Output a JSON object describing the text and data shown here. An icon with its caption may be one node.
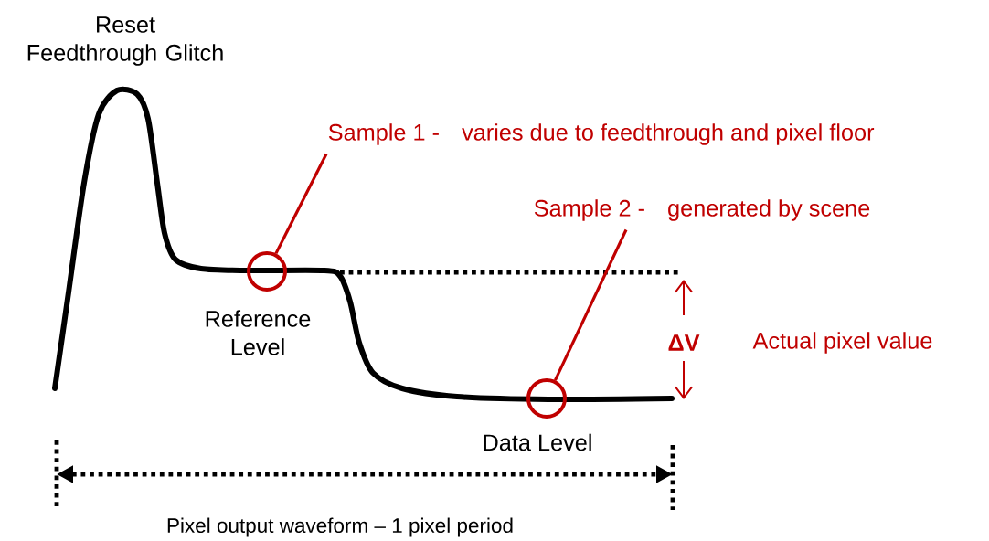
{
  "diagram": {
    "nodes": [
      {
        "text": [
          "Sample 1 -",
          "varies due to feedthrough and pixel floor"
        ]
      },
      {
        "text": [],
        "shape": "circle"
      },
      {
        "text": [
          "Sample 2 -",
          "generated by scene"
        ]
      },
      {
        "text": [],
        "shape": "circle"
      }
    ],
    "edges": [
      {
        "from": 0,
        "to": 1,
        "arrow": "none"
      },
      {
        "from": 2,
        "to": 3,
        "arrow": "none"
      }
    ],
    "labels": [
      "Reset Feedthrough Glitch",
      "Reference Level",
      "Data Level",
      "ΔV",
      "Actual pixel value",
      "Pixel output waveform – 1 pixel period"
    ]
  }
}
